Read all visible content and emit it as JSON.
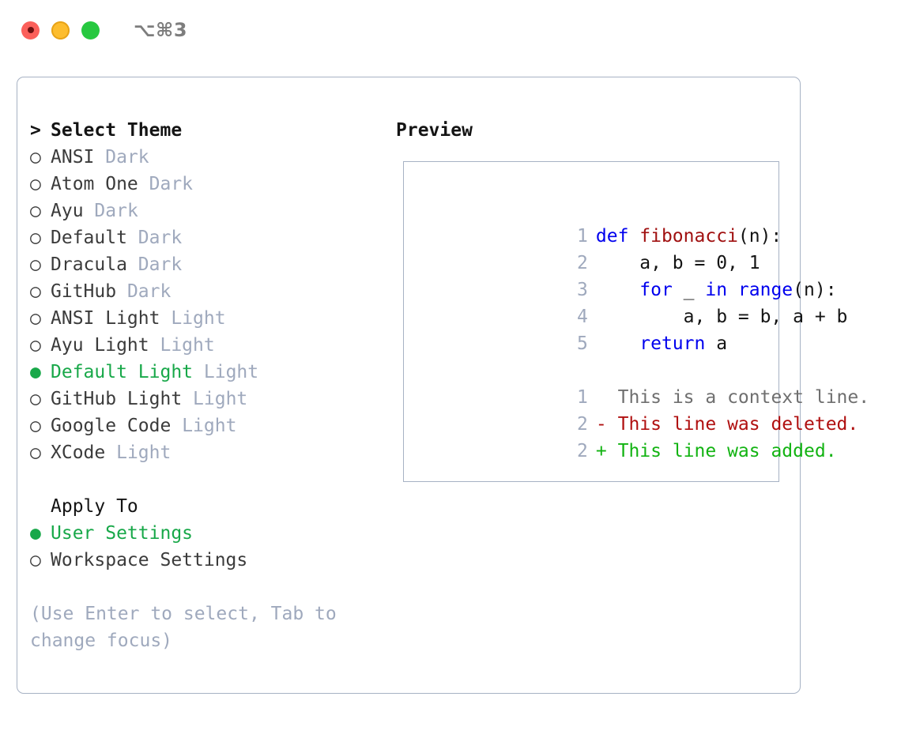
{
  "window": {
    "title": "⌥⌘3",
    "traffic_lights": [
      {
        "name": "close",
        "color": "#fb5f5a"
      },
      {
        "name": "minimize",
        "color": "#fdbd2e"
      },
      {
        "name": "maximize",
        "color": "#27c840"
      }
    ]
  },
  "colors": {
    "accent_green": "#18a849",
    "muted_blue_gray": "#9fa9bd",
    "text": "#3b3b3b",
    "border": "#a7b2c4",
    "keyword_blue": "#0000ee",
    "function_red": "#a01010",
    "diff_added": "#12b312",
    "diff_deleted": "#b01010",
    "diff_context": "#6f6f6f"
  },
  "theme_picker": {
    "header_marker": ">",
    "header": "Select Theme",
    "bullet_empty": "○",
    "bullet_filled": "●",
    "items": [
      {
        "label": "ANSI",
        "tag": "Dark",
        "selected": false
      },
      {
        "label": "Atom One",
        "tag": "Dark",
        "selected": false
      },
      {
        "label": "Ayu",
        "tag": "Dark",
        "selected": false
      },
      {
        "label": "Default",
        "tag": "Dark",
        "selected": false
      },
      {
        "label": "Dracula",
        "tag": "Dark",
        "selected": false
      },
      {
        "label": "GitHub",
        "tag": "Dark",
        "selected": false
      },
      {
        "label": "ANSI Light",
        "tag": "Light",
        "selected": false
      },
      {
        "label": "Ayu Light",
        "tag": "Light",
        "selected": false
      },
      {
        "label": "Default Light",
        "tag": "Light",
        "selected": true
      },
      {
        "label": "GitHub Light",
        "tag": "Light",
        "selected": false
      },
      {
        "label": "Google Code",
        "tag": "Light",
        "selected": false
      },
      {
        "label": "XCode",
        "tag": "Light",
        "selected": false
      }
    ]
  },
  "apply_to": {
    "header": "Apply To",
    "items": [
      {
        "label": "User Settings",
        "selected": true
      },
      {
        "label": "Workspace Settings",
        "selected": false
      }
    ]
  },
  "hint": "(Use Enter to select, Tab to change focus)",
  "preview": {
    "title": "Preview",
    "code_lines": [
      {
        "number": "1",
        "segments": [
          {
            "text": "def ",
            "style": "kw"
          },
          {
            "text": "fibonacci",
            "style": "fn"
          },
          {
            "text": "(n):",
            "style": "pl"
          }
        ]
      },
      {
        "number": "2",
        "segments": [
          {
            "text": "    a, b = 0, 1",
            "style": "pl"
          }
        ]
      },
      {
        "number": "3",
        "segments": [
          {
            "text": "    ",
            "style": "pl"
          },
          {
            "text": "for",
            "style": "kw"
          },
          {
            "text": " _ ",
            "style": "pl"
          },
          {
            "text": "in",
            "style": "kw"
          },
          {
            "text": " ",
            "style": "pl"
          },
          {
            "text": "range",
            "style": "kw"
          },
          {
            "text": "(n):",
            "style": "pl"
          }
        ]
      },
      {
        "number": "4",
        "segments": [
          {
            "text": "        a, b = b, a + b",
            "style": "pl"
          }
        ]
      },
      {
        "number": "5",
        "segments": [
          {
            "text": "    ",
            "style": "pl"
          },
          {
            "text": "return",
            "style": "kw"
          },
          {
            "text": " a",
            "style": "pl"
          }
        ]
      }
    ],
    "diff_lines": [
      {
        "number": "1",
        "marker": " ",
        "text": "This is a context line.",
        "style": "ctx"
      },
      {
        "number": "2",
        "marker": "-",
        "text": "This line was deleted.",
        "style": "del"
      },
      {
        "number": "2",
        "marker": "+",
        "text": "This line was added.",
        "style": "add"
      }
    ]
  }
}
